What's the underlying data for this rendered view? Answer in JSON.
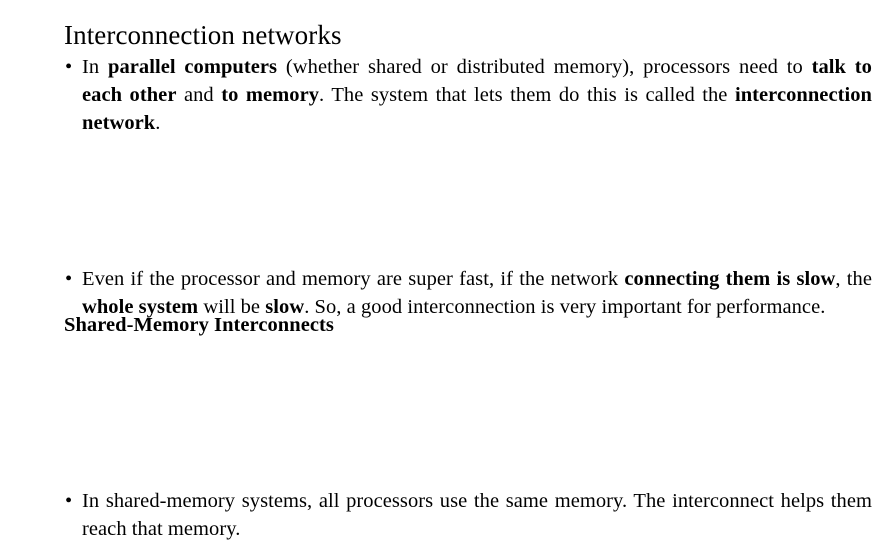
{
  "slide": {
    "title": "Interconnection networks",
    "background_color": "#ffffff",
    "text_color": "#000000",
    "bullet_glyph": "•"
  },
  "content": {
    "paragraph_1": {
      "bullet": "•",
      "runs": [
        {
          "text": "In ",
          "bold": false
        },
        {
          "text": "parallel computers",
          "bold": true
        },
        {
          "text": " (whether shared or distributed memory), processors need to ",
          "bold": false
        },
        {
          "text": "talk to each other",
          "bold": true
        },
        {
          "text": " and ",
          "bold": false
        },
        {
          "text": "to memory",
          "bold": true
        },
        {
          "text": ". The system that lets them do this is called the ",
          "bold": false
        },
        {
          "text": "interconnection network",
          "bold": true
        },
        {
          "text": ".",
          "bold": false
        }
      ],
      "plain_text": "In parallel computers (whether shared or distributed memory), processors need to talk to each other and to memory. The system that lets them do this is called the interconnection network."
    },
    "paragraph_2": {
      "bullet": "•",
      "runs": [
        {
          "text": "Even if the processor and memory are super fast, if the network ",
          "bold": false
        },
        {
          "text": "connecting them is slow",
          "bold": true
        },
        {
          "text": ", the ",
          "bold": false
        },
        {
          "text": "whole system",
          "bold": true
        },
        {
          "text": " will be ",
          "bold": false
        },
        {
          "text": "slow",
          "bold": true
        },
        {
          "text": ". So, a good interconnection is very important for performance.",
          "bold": false
        }
      ],
      "plain_text": "Even if the processor and memory are super fast, if the network connecting them is slow, the whole system will be slow. So, a good interconnection is very important for performance."
    },
    "section_heading": "Shared-Memory Interconnects",
    "paragraph_3": {
      "bullet": "•",
      "runs": [
        {
          "text": "In shared-memory systems, all processors use the same memory. The interconnect helps them reach that memory.",
          "bold": false
        }
      ],
      "plain_text": "In shared-memory systems, all processors use the same memory. The interconnect helps them reach that memory."
    }
  }
}
